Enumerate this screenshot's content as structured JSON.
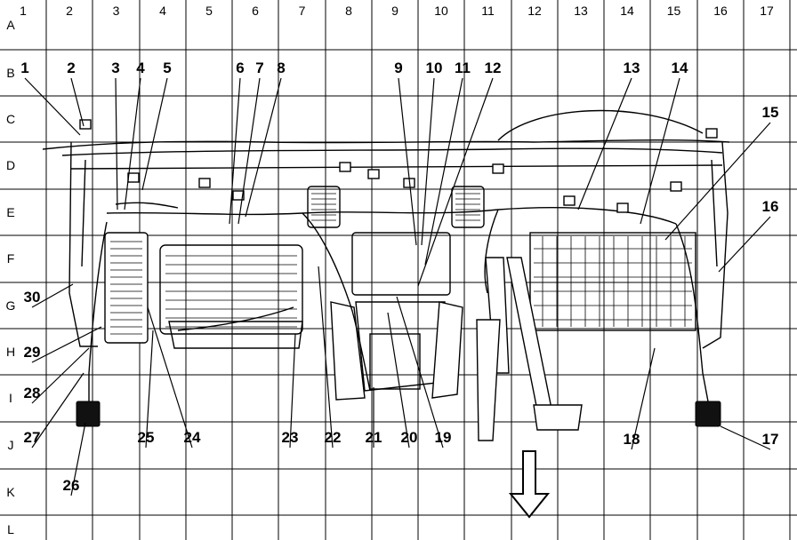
{
  "grid": {
    "columns": [
      "1",
      "2",
      "3",
      "4",
      "5",
      "6",
      "7",
      "8",
      "9",
      "10",
      "11",
      "12",
      "13",
      "14",
      "15",
      "16",
      "17"
    ],
    "rows": [
      "A",
      "B",
      "C",
      "D",
      "E",
      "F",
      "G",
      "H",
      "I",
      "J",
      "K",
      "L"
    ]
  },
  "callouts": [
    "1",
    "2",
    "3",
    "4",
    "5",
    "6",
    "7",
    "8",
    "9",
    "10",
    "11",
    "12",
    "13",
    "14",
    "15",
    "16",
    "17",
    "18",
    "19",
    "20",
    "21",
    "22",
    "23",
    "24",
    "25",
    "26",
    "27",
    "28",
    "29",
    "30"
  ],
  "colors": {
    "line": "#000000",
    "background": "#ffffff"
  },
  "icons": {
    "direction": "arrow-down-icon"
  }
}
